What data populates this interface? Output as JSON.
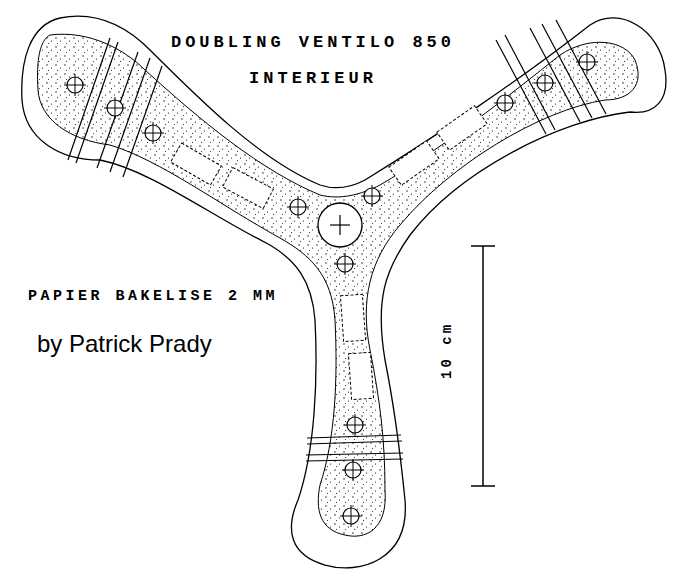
{
  "diagram": {
    "title": "DOUBLING VENTILO 850 INTERIEUR",
    "labels": [
      "PAPIER BAKELISE 2 MM",
      "by Patrick Prady",
      "10 cm"
    ]
  }
}
